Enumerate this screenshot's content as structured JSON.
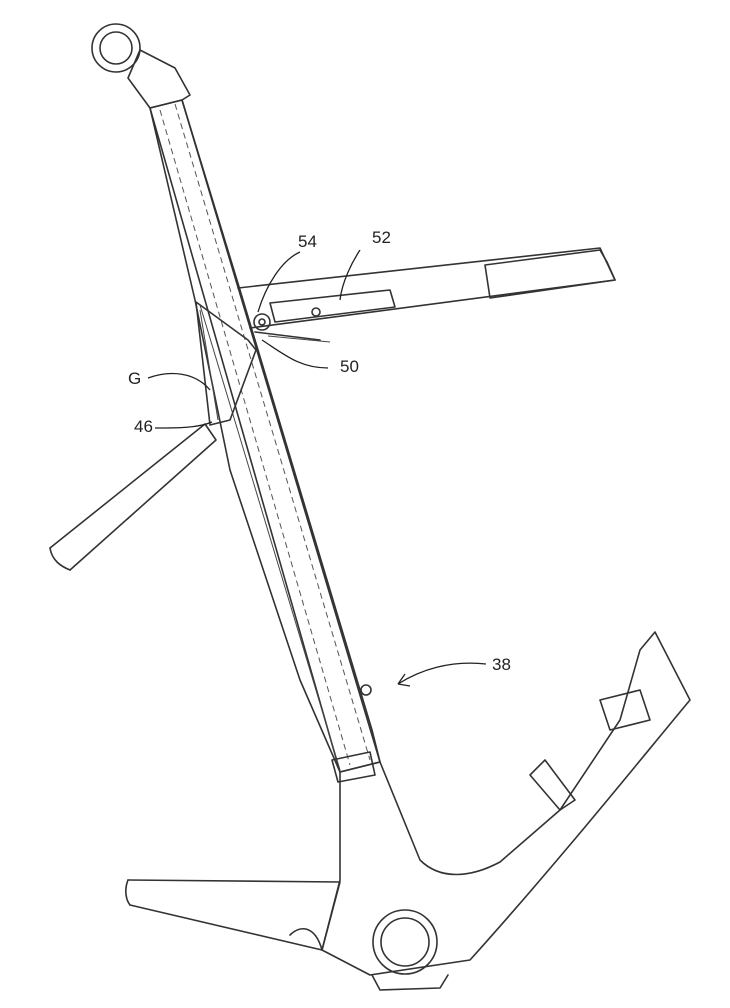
{
  "figure": {
    "labels": [
      {
        "id": "54",
        "text": "54"
      },
      {
        "id": "52",
        "text": "52"
      },
      {
        "id": "50",
        "text": "50"
      },
      {
        "id": "G",
        "text": "G"
      },
      {
        "id": "46",
        "text": "46"
      },
      {
        "id": "38",
        "text": "38"
      }
    ]
  }
}
